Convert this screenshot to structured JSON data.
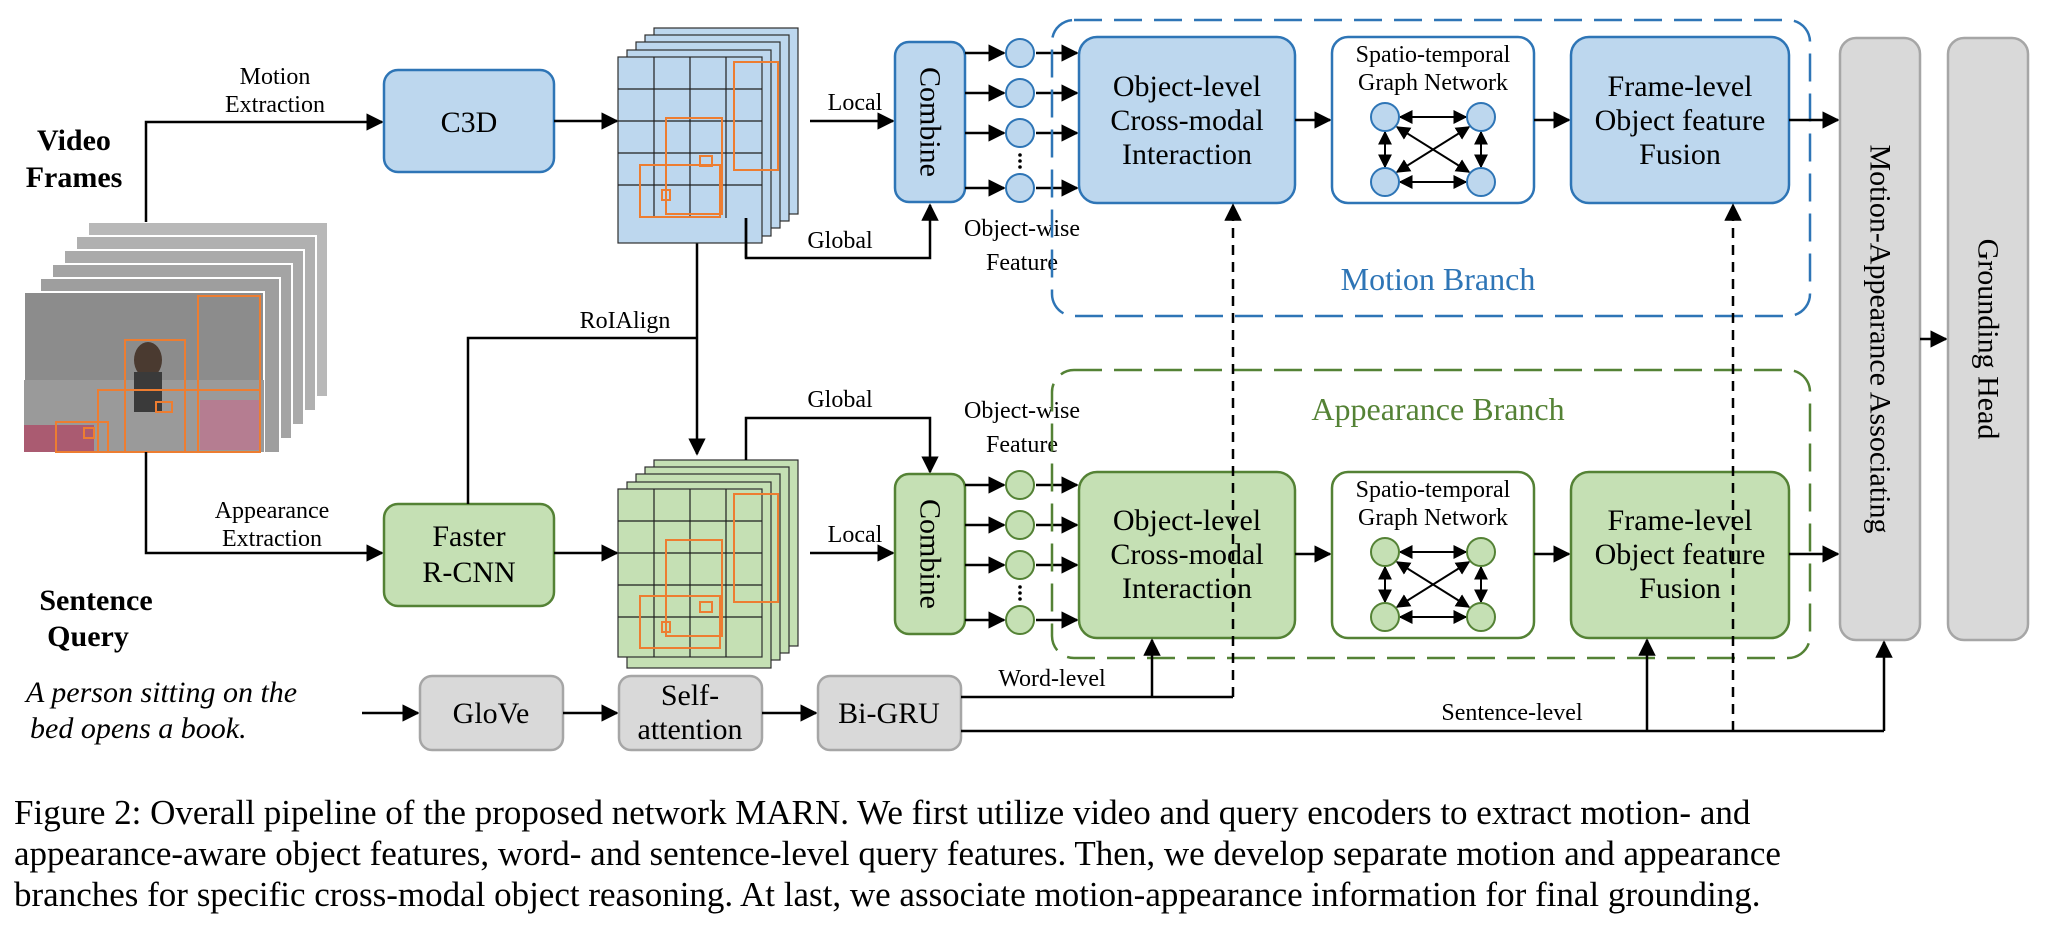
{
  "inputs": {
    "video_frames": [
      "Video",
      "Frames"
    ],
    "sentence_query": [
      "Sentence",
      "Query"
    ],
    "sentence_text": [
      "A person sitting on the",
      "bed opens a book."
    ]
  },
  "edges": {
    "motion_extraction": [
      "Motion",
      "Extraction"
    ],
    "appearance_extraction": [
      "Appearance",
      "Extraction"
    ],
    "roialign": "RoIAlign",
    "local": "Local",
    "global": "Global",
    "object_wise_feature": [
      "Object-wise",
      "Feature"
    ],
    "word_level": "Word-level",
    "sentence_level": "Sentence-level"
  },
  "modules": {
    "c3d": "C3D",
    "faster_rcnn": [
      "Faster",
      "R-CNN"
    ],
    "combine": "Combine",
    "glove": "GloVe",
    "self_attention": [
      "Self-",
      "attention"
    ],
    "bigru": "Bi-GRU",
    "object_interaction": [
      "Object-level",
      "Cross-modal",
      "Interaction"
    ],
    "stgn": [
      "Spatio-temporal",
      "Graph Network"
    ],
    "frame_fusion": [
      "Frame-level",
      "Object feature",
      "Fusion"
    ],
    "mat": "Motion-Appearance Associating",
    "grounding_head": "Grounding Head"
  },
  "branches": {
    "motion": "Motion Branch",
    "appearance": "Appearance Branch"
  },
  "colors": {
    "motion_fill": "#bdd7ee",
    "motion_stroke": "#2e75b6",
    "appearance_fill": "#c5e0b4",
    "appearance_stroke": "#548235",
    "gray_fill": "#d9d9d9",
    "gray_stroke": "#a6a6a6",
    "box_orange": "#ed7d31"
  },
  "caption": [
    "Figure 2: Overall pipeline of the proposed network MARN. We first utilize video and query encoders to extract motion- and",
    "appearance-aware object features, word- and sentence-level query features. Then, we develop separate motion and appearance",
    "branches for specific cross-modal object reasoning. At last, we associate motion-appearance information for final grounding."
  ]
}
